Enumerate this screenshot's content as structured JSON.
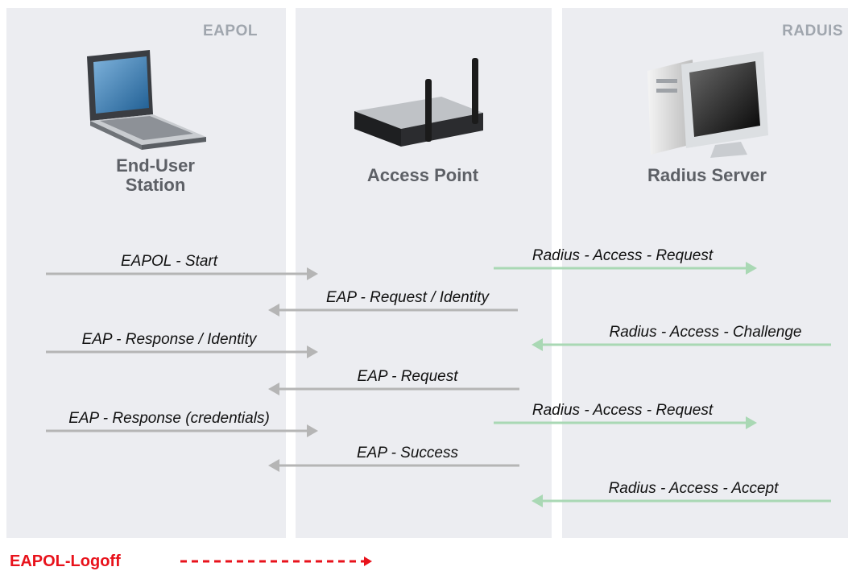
{
  "panels": {
    "eapol_tag": "EAPOL",
    "radius_tag": "RADUIS"
  },
  "nodes": {
    "station": {
      "label_line1": "End-User",
      "label_line2": "Station",
      "icon": "laptop-icon"
    },
    "access_point": {
      "label": "Access Point",
      "icon": "router-icon"
    },
    "server": {
      "label": "Radius Server",
      "icon": "server-computer-icon"
    }
  },
  "colors": {
    "eapol_arrow": "#b5b5b5",
    "radius_arrow": "#a9d8b4",
    "logoff": "#e8121b"
  },
  "messages": [
    {
      "text": "EAPOL - Start",
      "from": "station",
      "to": "access_point"
    },
    {
      "text": "Radius - Access - Request",
      "from": "access_point",
      "to": "server"
    },
    {
      "text": "EAP - Request / Identity",
      "from": "access_point",
      "to": "station"
    },
    {
      "text": "Radius - Access - Challenge",
      "from": "server",
      "to": "access_point"
    },
    {
      "text": "EAP - Response / Identity",
      "from": "station",
      "to": "access_point"
    },
    {
      "text": "EAP - Request",
      "from": "access_point",
      "to": "station"
    },
    {
      "text": "Radius - Access - Request",
      "from": "access_point",
      "to": "server"
    },
    {
      "text": "EAP - Response (credentials)",
      "from": "station",
      "to": "access_point"
    },
    {
      "text": "EAP - Success",
      "from": "access_point",
      "to": "station"
    },
    {
      "text": "Radius - Access - Accept",
      "from": "server",
      "to": "access_point"
    }
  ],
  "footer": {
    "logoff_label": "EAPOL-Logoff"
  }
}
